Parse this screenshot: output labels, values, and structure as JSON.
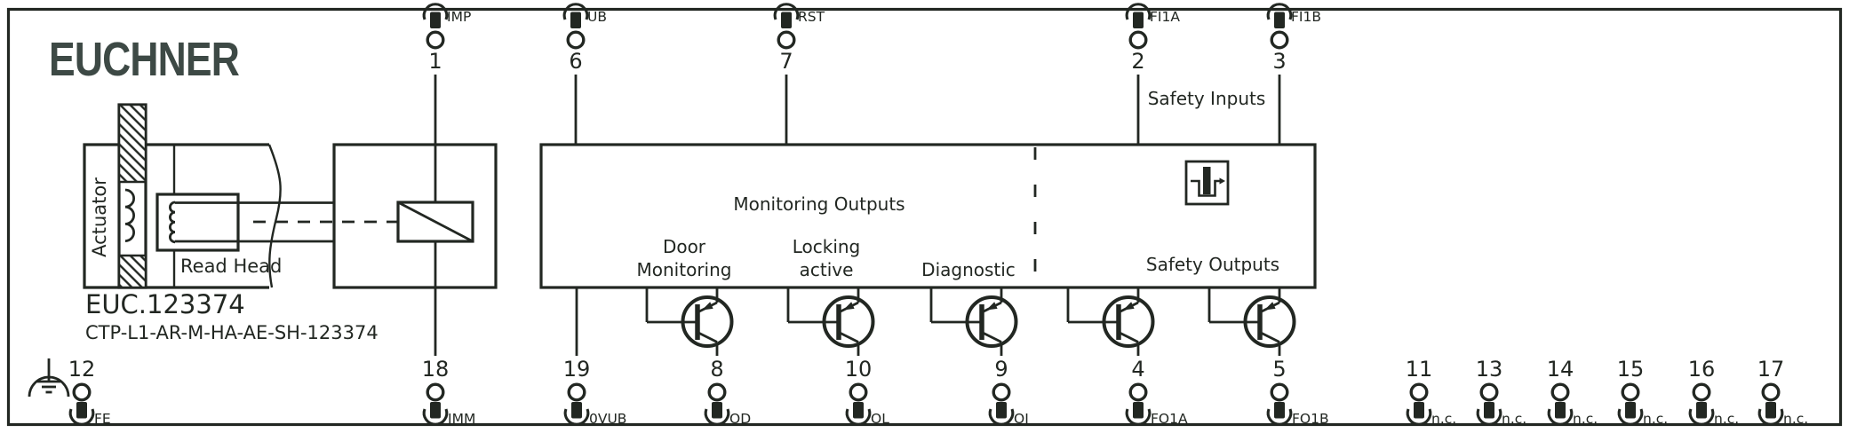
{
  "brand": {
    "logo_text": "EUCHNER"
  },
  "device": {
    "order_number": "EUC.123374",
    "type_designation": "CTP-L1-AR-M-HA-AE-SH-123374"
  },
  "component_labels": {
    "actuator": "Actuator",
    "read_head": "Read Head"
  },
  "section_labels": {
    "safety_inputs": "Safety Inputs",
    "monitoring_outputs": "Monitoring Outputs",
    "door_monitoring_line1": "Door",
    "door_monitoring_line2": "Monitoring",
    "locking_active_line1": "Locking",
    "locking_active_line2": "active",
    "diagnostic": "Diagnostic",
    "safety_outputs": "Safety Outputs"
  },
  "terminals": {
    "top": [
      {
        "pin": "1",
        "signal": "IMP"
      },
      {
        "pin": "6",
        "signal": "UB"
      },
      {
        "pin": "7",
        "signal": "RST"
      },
      {
        "pin": "2",
        "signal": "FI1A"
      },
      {
        "pin": "3",
        "signal": "FI1B"
      }
    ],
    "bottom": [
      {
        "pin": "12",
        "signal": "FE"
      },
      {
        "pin": "18",
        "signal": "IMM"
      },
      {
        "pin": "19",
        "signal": "0VUB"
      },
      {
        "pin": "8",
        "signal": "OD"
      },
      {
        "pin": "10",
        "signal": "OL"
      },
      {
        "pin": "9",
        "signal": "OI"
      },
      {
        "pin": "4",
        "signal": "FO1A"
      },
      {
        "pin": "5",
        "signal": "FO1B"
      }
    ],
    "not_connected": [
      {
        "pin": "11",
        "signal": "n.c."
      },
      {
        "pin": "13",
        "signal": "n.c."
      },
      {
        "pin": "14",
        "signal": "n.c."
      },
      {
        "pin": "15",
        "signal": "n.c."
      },
      {
        "pin": "16",
        "signal": "n.c."
      },
      {
        "pin": "17",
        "signal": "n.c."
      }
    ]
  },
  "colors": {
    "line": "#222722",
    "logo": "#3d4945",
    "background": "#ffffff"
  }
}
